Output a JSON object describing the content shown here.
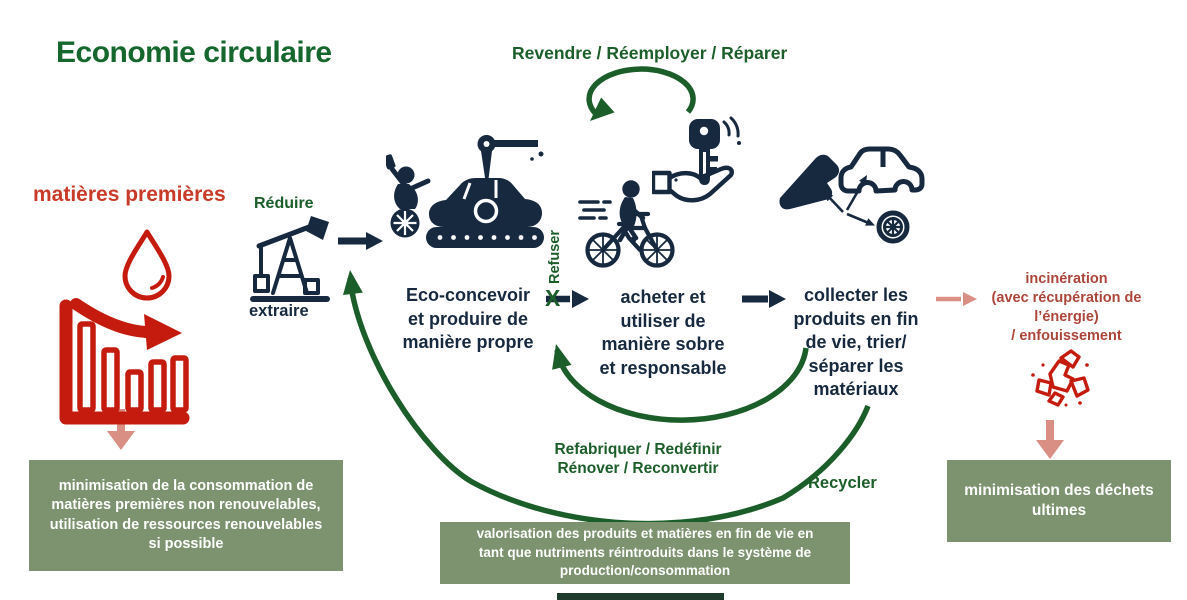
{
  "colors": {
    "green_title": "#15672e",
    "green": "#1c5e2a",
    "navy": "#16293f",
    "red_icon": "#c41b0e",
    "red_heading": "#c93a28",
    "red_right": "#ad453a",
    "salmon": "#d98f84",
    "sage": "#7d9370",
    "strip": "#1e3b2d"
  },
  "title": "Economie circulaire",
  "labels": {
    "matieres_premieres": "matières premières",
    "reduire": "Réduire",
    "extraire": "extraire",
    "refuser": "Refuser",
    "refuser_x": "X",
    "revendre": "Revendre / Réemployer / Réparer",
    "recycler": "Recycler"
  },
  "steps": {
    "eco": [
      "Eco-concevoir",
      "et produire de",
      "manière propre"
    ],
    "acheter": [
      "acheter et",
      "utiliser de",
      "manière sobre",
      "et responsable"
    ],
    "collecter": [
      "collecter les",
      "produits en fin",
      "de vie, trier/",
      "séparer les",
      "matériaux"
    ],
    "refabriquer": [
      "Refabriquer / Redéfinir",
      "Rénover / Reconvertir"
    ],
    "incineration": [
      "incinération",
      "(avec récupération de",
      "l’énergie)",
      "/ enfouissement"
    ]
  },
  "boxes": {
    "left": [
      "minimisation de la consommation de",
      "matières premières non renouvelables,",
      "utilisation de ressources renouvelables",
      "si possible"
    ],
    "center": [
      "valorisation des produits et matières en fin de vie en",
      "tant que nutriments réintroduits dans le système de",
      "production/consommation"
    ],
    "right": [
      "minimisation des déchets",
      "ultimes"
    ]
  },
  "icons": {
    "chart": "declining-bar-chart-with-droplet",
    "pump": "oil-pump-extraction",
    "factory": "eco-production-line",
    "bicycle": "cyclist",
    "keys": "hand-with-keys",
    "car_parts": "car-disassembly",
    "scrap": "scrap-waste"
  }
}
